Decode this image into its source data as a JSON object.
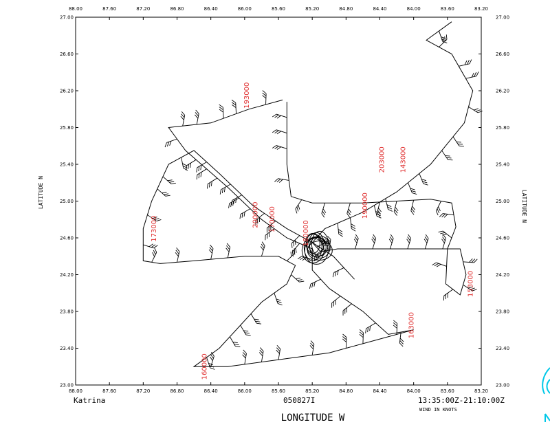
{
  "chart_data": {
    "type": "scatter",
    "storm": "Katrina",
    "mission_id": "050827I",
    "time_range": "13:35:00Z-21:10:00Z",
    "wind_units": "WIND IN KNOTS",
    "xlabel": "LONGITUDE  W",
    "ylabel": "LATITUDE  N",
    "xlim": [
      88.0,
      83.2
    ],
    "ylim": [
      23.0,
      27.0
    ],
    "x_ticks": [
      "88.00",
      "87.60",
      "87.20",
      "86.80",
      "86.40",
      "86.00",
      "85.60",
      "85.20",
      "84.80",
      "84.40",
      "84.00",
      "83.60",
      "83.20"
    ],
    "y_ticks": [
      "23.00",
      "23.40",
      "23.80",
      "24.20",
      "24.60",
      "25.00",
      "25.40",
      "25.80",
      "26.20",
      "26.60",
      "27.00"
    ],
    "flight_track": [
      [
        85.5,
        26.08
      ],
      [
        85.5,
        25.4
      ],
      [
        85.45,
        25.05
      ],
      [
        85.2,
        24.98
      ],
      [
        84.9,
        24.98
      ],
      [
        84.6,
        24.98
      ],
      [
        83.8,
        25.02
      ],
      [
        83.55,
        24.98
      ],
      [
        83.5,
        24.72
      ],
      [
        83.6,
        24.48
      ],
      [
        83.62,
        24.1
      ],
      [
        83.45,
        23.98
      ],
      [
        83.38,
        24.2
      ],
      [
        83.45,
        24.48
      ],
      [
        84.9,
        24.48
      ],
      [
        85.1,
        24.45
      ],
      [
        85.2,
        24.55
      ],
      [
        85.05,
        24.7
      ],
      [
        84.6,
        24.88
      ],
      [
        84.2,
        25.1
      ],
      [
        83.8,
        25.4
      ],
      [
        83.4,
        25.85
      ],
      [
        83.3,
        26.2
      ],
      [
        83.55,
        26.6
      ],
      [
        83.85,
        26.75
      ],
      [
        83.55,
        26.95
      ]
    ],
    "flight_track_2": [
      [
        85.55,
        26.1
      ],
      [
        85.95,
        26.0
      ],
      [
        86.4,
        25.85
      ],
      [
        86.9,
        25.8
      ],
      [
        86.7,
        25.55
      ],
      [
        86.2,
        25.15
      ],
      [
        85.8,
        24.8
      ],
      [
        85.5,
        24.6
      ],
      [
        85.2,
        24.48
      ],
      [
        85.2,
        24.25
      ],
      [
        85.0,
        24.05
      ],
      [
        84.6,
        23.8
      ],
      [
        84.3,
        23.55
      ],
      [
        84.0,
        23.6
      ],
      [
        84.4,
        23.5
      ],
      [
        85.0,
        23.35
      ],
      [
        85.4,
        23.3
      ],
      [
        86.2,
        23.2
      ],
      [
        86.6,
        23.2
      ],
      [
        86.3,
        23.4
      ],
      [
        85.8,
        23.9
      ],
      [
        85.5,
        24.1
      ],
      [
        85.4,
        24.3
      ],
      [
        85.6,
        24.4
      ],
      [
        86.0,
        24.4
      ],
      [
        86.6,
        24.35
      ],
      [
        87.0,
        24.32
      ],
      [
        87.2,
        24.35
      ],
      [
        87.2,
        24.7
      ],
      [
        87.1,
        25.0
      ],
      [
        86.9,
        25.4
      ],
      [
        86.6,
        25.55
      ],
      [
        86.3,
        25.3
      ],
      [
        85.9,
        24.95
      ],
      [
        85.5,
        24.7
      ],
      [
        85.2,
        24.55
      ],
      [
        84.95,
        24.4
      ],
      [
        84.7,
        24.15
      ]
    ],
    "time_labels": [
      {
        "text": "193000",
        "lon": 85.95,
        "lat": 26.15
      },
      {
        "text": "173000",
        "lon": 87.05,
        "lat": 24.7
      },
      {
        "text": "200000",
        "lon": 85.85,
        "lat": 24.85
      },
      {
        "text": "170000",
        "lon": 85.65,
        "lat": 24.8
      },
      {
        "text": "180000",
        "lon": 85.25,
        "lat": 24.65
      },
      {
        "text": "190000",
        "lon": 84.55,
        "lat": 24.95
      },
      {
        "text": "143000",
        "lon": 84.1,
        "lat": 25.45
      },
      {
        "text": "203000",
        "lon": 84.35,
        "lat": 25.45
      },
      {
        "text": "153000",
        "lon": 83.3,
        "lat": 24.1
      },
      {
        "text": "163000",
        "lon": 84.0,
        "lat": 23.65
      },
      {
        "text": "160000",
        "lon": 86.45,
        "lat": 23.2
      }
    ]
  }
}
